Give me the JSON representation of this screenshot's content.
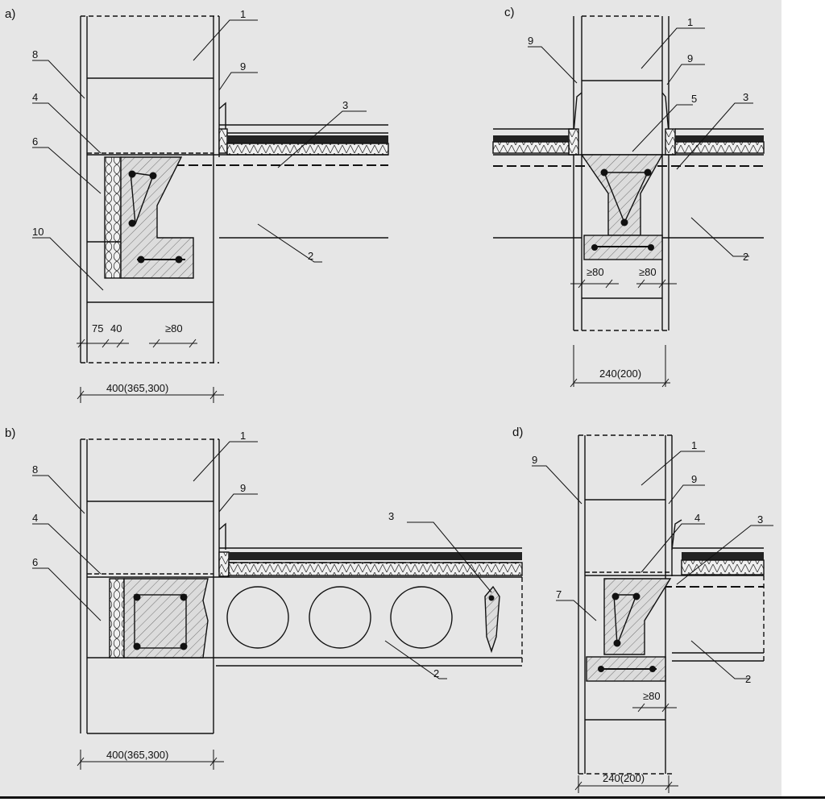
{
  "panels": [
    {
      "id": "a",
      "label": "a)"
    },
    {
      "id": "b",
      "label": "b)"
    },
    {
      "id": "c",
      "label": "c)"
    },
    {
      "id": "d",
      "label": "d)"
    }
  ],
  "callouts": {
    "a": [
      "1",
      "9",
      "8",
      "4",
      "3",
      "6",
      "10",
      "2"
    ],
    "b": [
      "1",
      "8",
      "9",
      "4",
      "3",
      "6",
      "2"
    ],
    "c": [
      "9",
      "1",
      "9",
      "5",
      "3",
      "2"
    ],
    "d": [
      "1",
      "9",
      "9",
      "4",
      "3",
      "7",
      "2"
    ]
  },
  "dimensions": {
    "a": [
      "75",
      "40",
      "≥80",
      "400(365,300)"
    ],
    "b": [
      "400(365,300)"
    ],
    "c": [
      "≥80",
      "≥80",
      "240(200)"
    ],
    "d": [
      "≥80",
      "240(200)"
    ]
  },
  "colors": {
    "background": "#e6e6e6",
    "ink": "#111111",
    "hatch_fill": "#dcdcdc"
  }
}
